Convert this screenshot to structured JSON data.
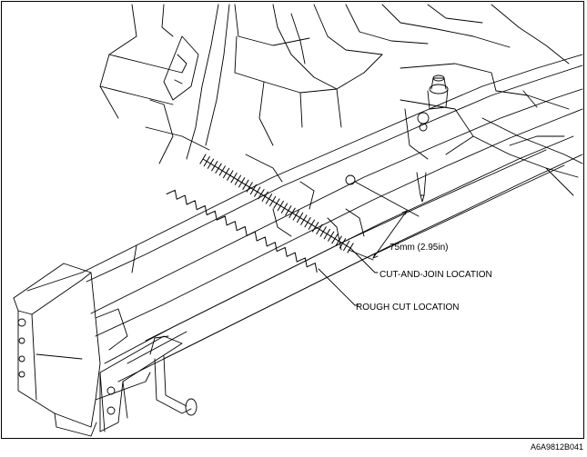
{
  "labels": {
    "dimension": "75mm (2.95in)",
    "cut_and_join": "CUT-AND-JOIN LOCATION",
    "rough_cut": "ROUGH CUT LOCATION",
    "figure_code": "A6A9812B041"
  },
  "colors": {
    "line": "#000000",
    "background": "#ffffff"
  }
}
